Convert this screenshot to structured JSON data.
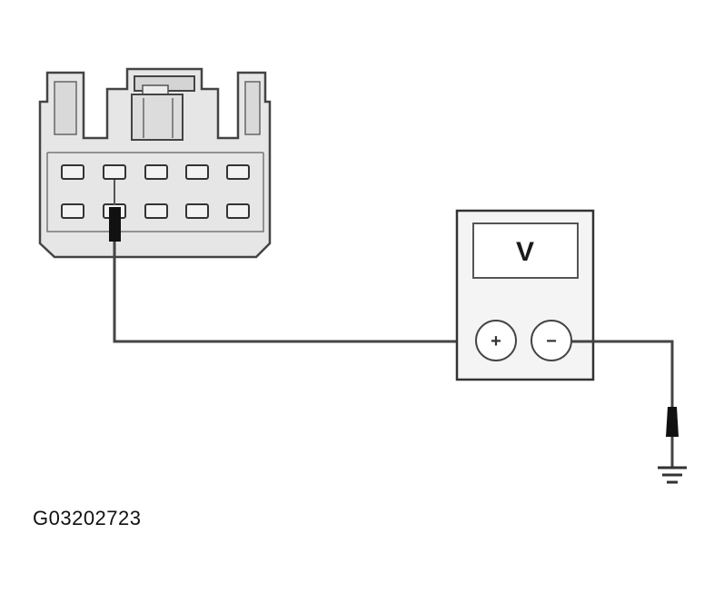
{
  "voltmeter": {
    "display_label": "V",
    "positive_terminal": "+",
    "negative_terminal": "−"
  },
  "figure_id": "G03202723",
  "colors": {
    "line": "#444444",
    "connector_fill": "#e6e6e6",
    "connector_shade": "#d4d4d4",
    "probe": "#111111"
  },
  "connector": {
    "rows": 2,
    "cavities_per_row": 5,
    "probed_cavity": "row 2, cavity 2"
  }
}
